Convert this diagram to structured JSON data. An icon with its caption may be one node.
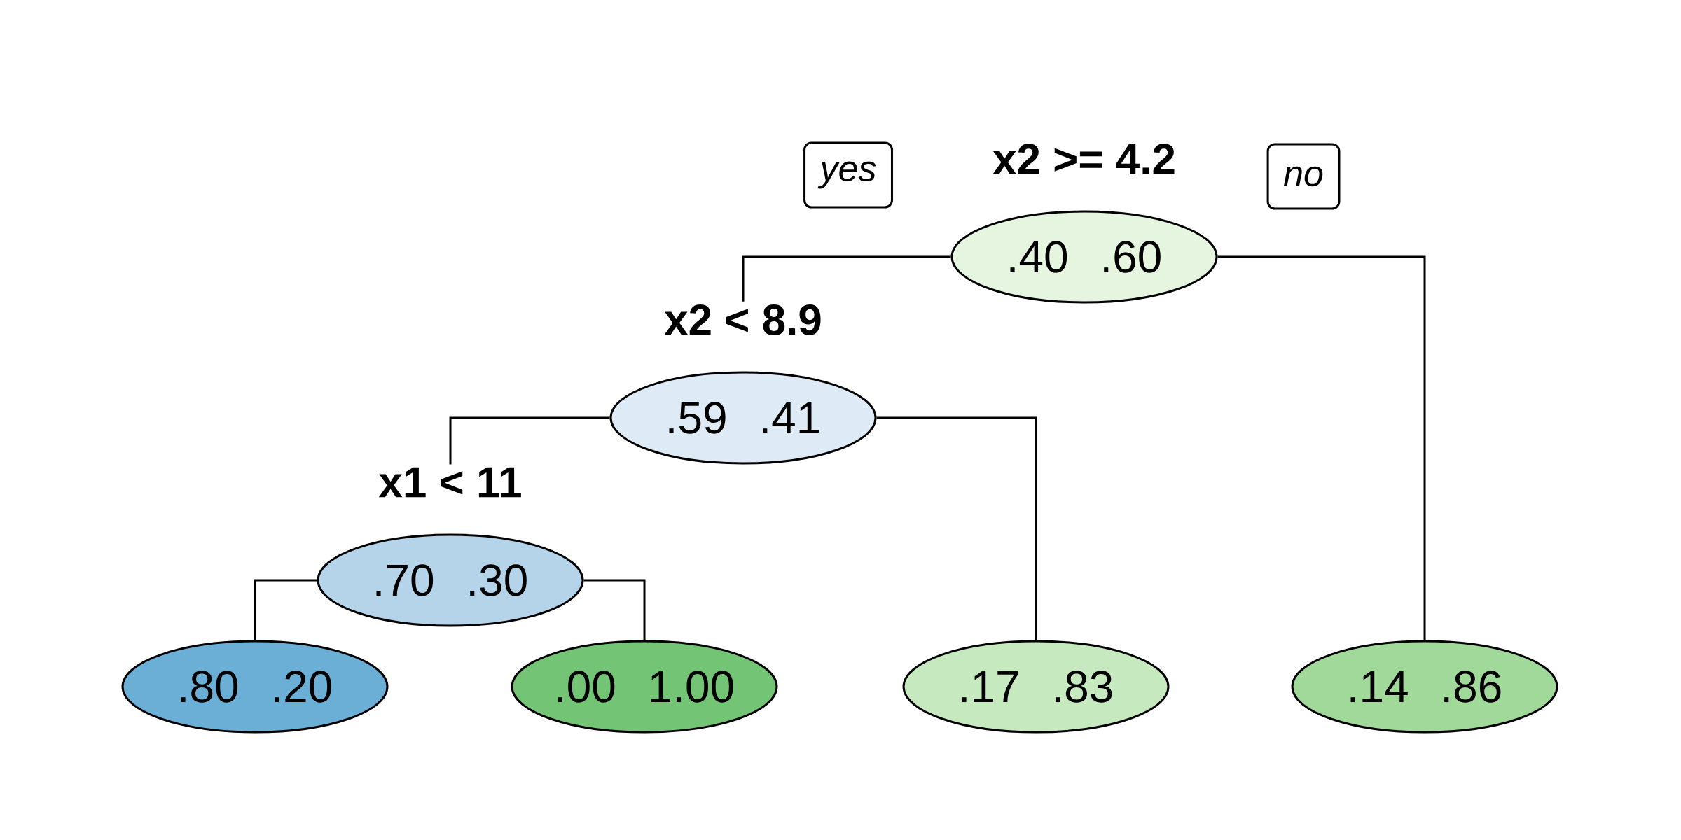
{
  "diagram": {
    "nodes": [
      {
        "text": [
          "yes"
        ]
      },
      {
        "text": [
          "x2 >= 4.2",
          ".40 .60"
        ]
      },
      {
        "text": [
          "no"
        ]
      },
      {
        "text": [
          "x2 < 8.9",
          ".59 .41"
        ]
      },
      {
        "text": [
          "x1 < 11",
          ".70 .30"
        ]
      },
      {
        "text": [
          ".80 .20"
        ]
      },
      {
        "text": [
          ".00 1.00"
        ]
      },
      {
        "text": [
          ".17 .83"
        ]
      },
      {
        "text": [
          ".14 .86"
        ]
      }
    ],
    "edges": [
      {
        "from": 1,
        "to": 3,
        "arrow": "none"
      },
      {
        "from": 1,
        "to": 8,
        "arrow": "none"
      },
      {
        "from": 3,
        "to": 4,
        "arrow": "none"
      },
      {
        "from": 3,
        "to": 7,
        "arrow": "none"
      },
      {
        "from": 4,
        "to": 5,
        "arrow": "none"
      },
      {
        "from": 4,
        "to": 6,
        "arrow": "none"
      }
    ]
  }
}
